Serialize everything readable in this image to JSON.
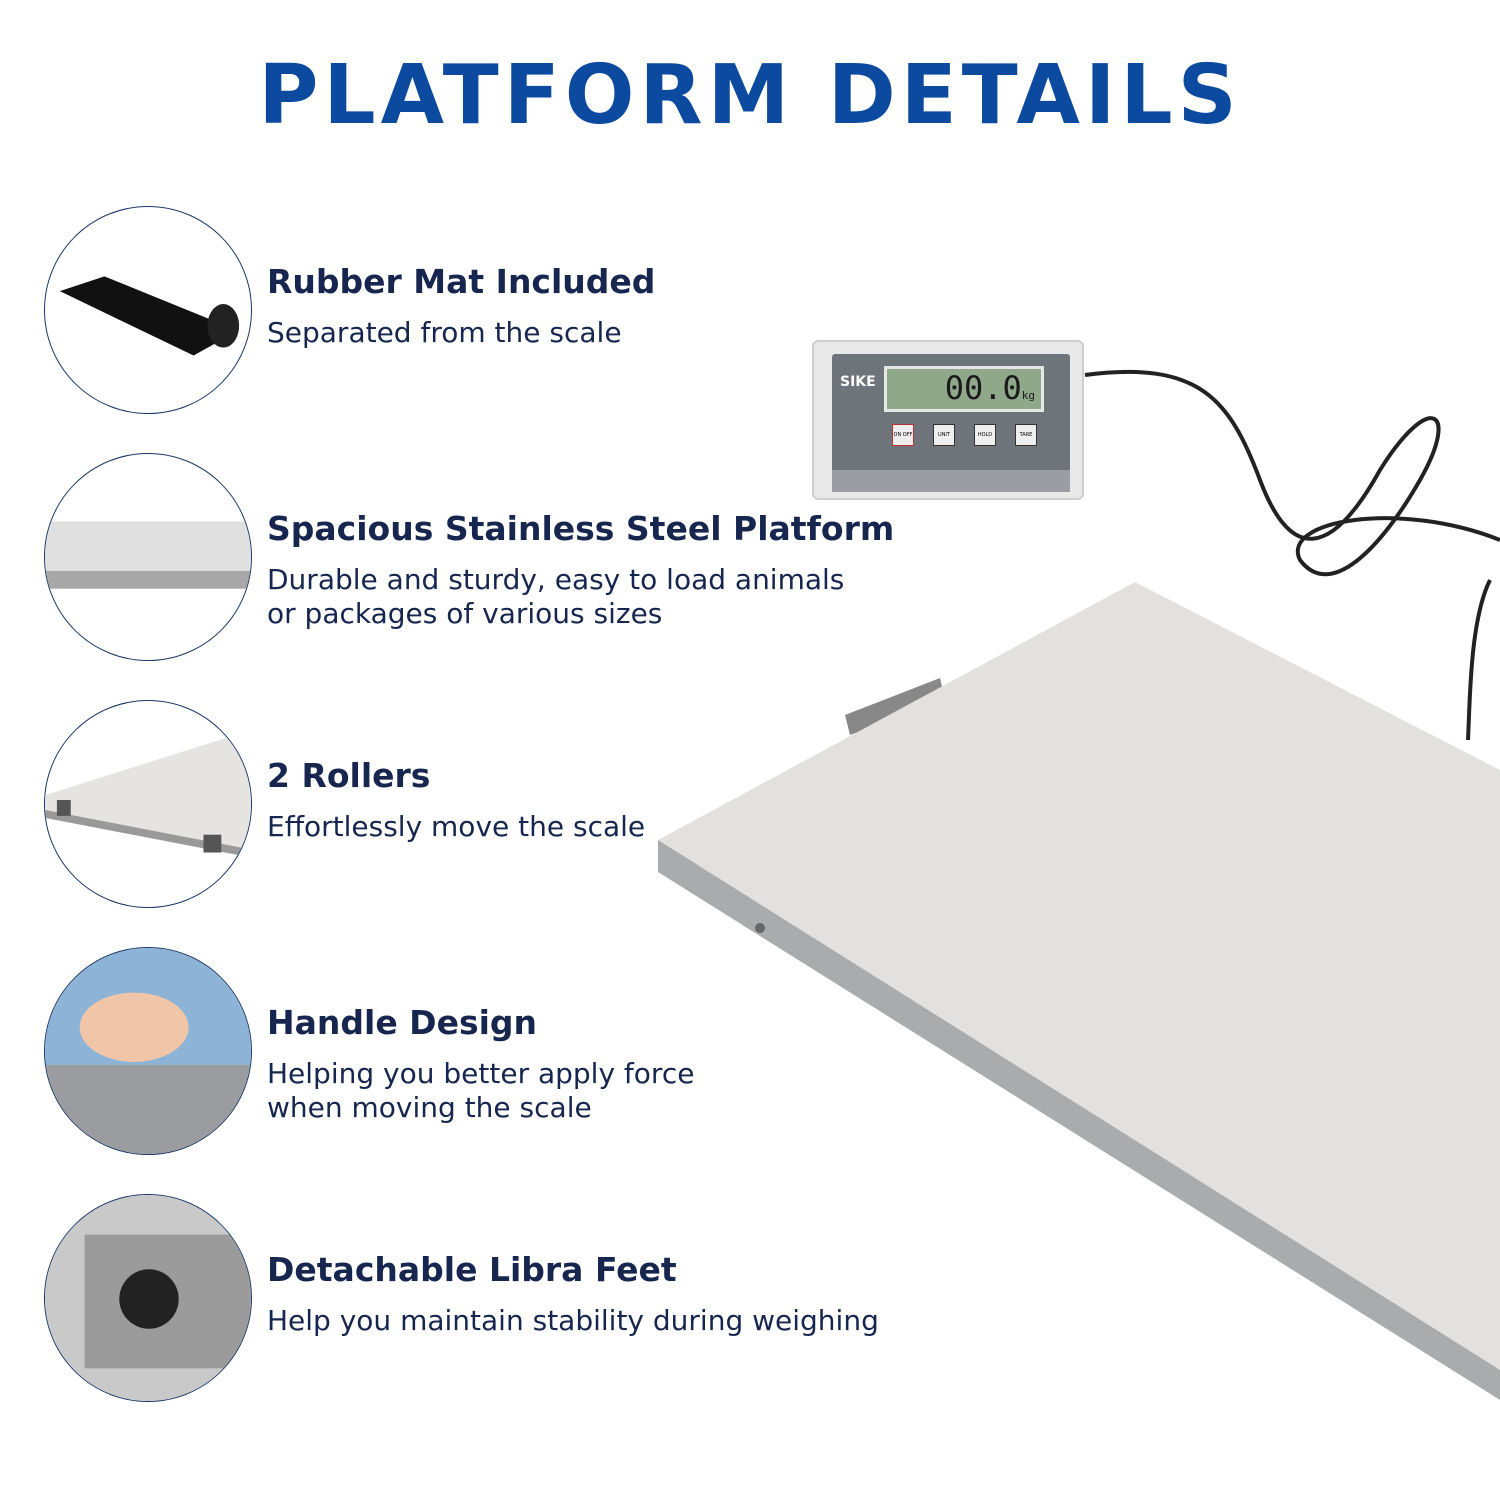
{
  "title": "PLATFORM DETAILS",
  "features": [
    {
      "heading": "Rubber Mat Included",
      "desc": [
        "Separated from the scale"
      ]
    },
    {
      "heading": "Spacious Stainless Steel Platform",
      "desc": [
        "Durable and sturdy, easy to load animals",
        "or packages of various sizes"
      ]
    },
    {
      "heading": "2 Rollers",
      "desc": [
        "Effortlessly move the scale"
      ]
    },
    {
      "heading": "Handle Design",
      "desc": [
        "Helping you better apply force",
        "when moving the scale"
      ]
    },
    {
      "heading": "Detachable Libra Feet",
      "desc": [
        "Help you maintain stability during weighing"
      ]
    }
  ],
  "indicator": {
    "brand": "SIKE",
    "reading": "00.0",
    "unit": "kg",
    "buttons": [
      "ON OFF",
      "UNIT",
      "HOLD",
      "TARE"
    ]
  }
}
